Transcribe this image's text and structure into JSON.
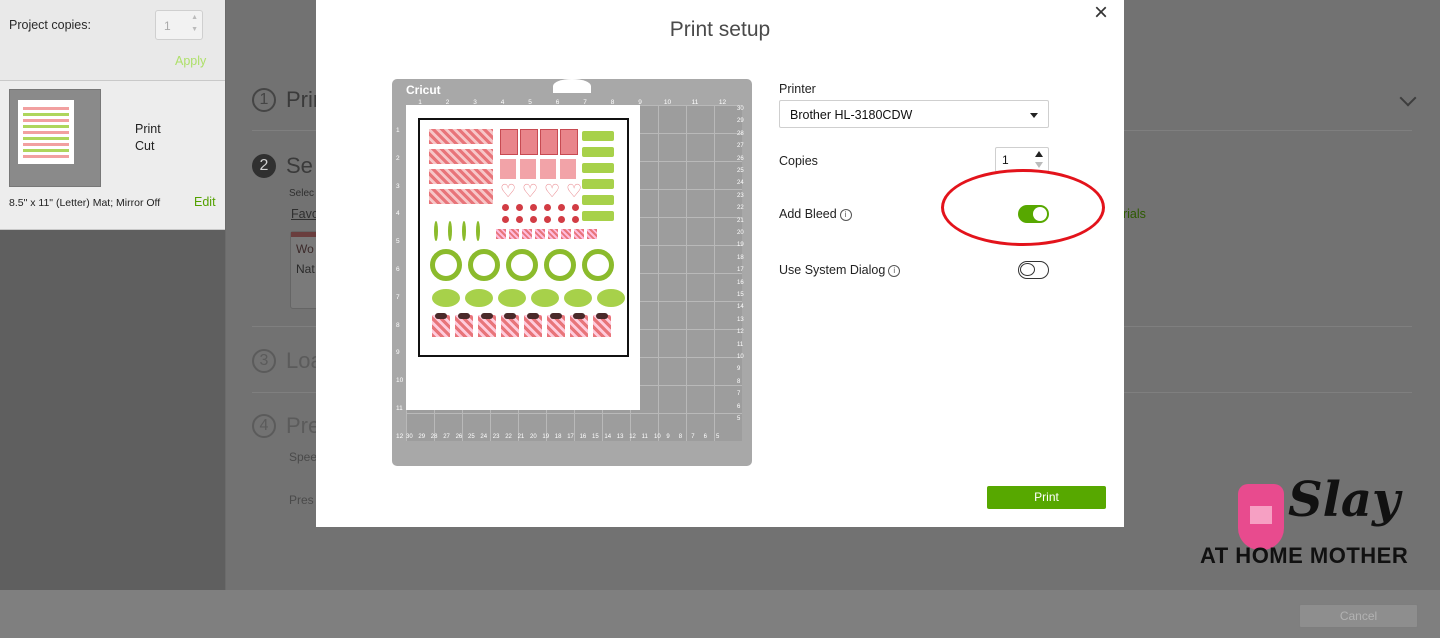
{
  "left_panel": {
    "project_copies_label": "Project copies:",
    "project_copies_value": "1",
    "apply_label": "Apply",
    "mat_line1": "Print",
    "mat_line2": "Cut",
    "mat_description": "8.5\" x 11\" (Letter) Mat; Mirror Off",
    "edit_label": "Edit"
  },
  "steps": [
    {
      "number": "1",
      "title": "Prin"
    },
    {
      "number": "2",
      "title": "Se"
    },
    {
      "number": "3",
      "title": "Loa"
    },
    {
      "number": "4",
      "title": "Pre"
    }
  ],
  "step2": {
    "select_text": "Selec",
    "favorites_text": "Favo",
    "material_line1": "Wo",
    "material_line2": "Nat",
    "materials_link": "erials"
  },
  "step4": {
    "speed_text": "Spee",
    "press_text": "Pres"
  },
  "footer": {
    "cancel_label": "Cancel"
  },
  "modal": {
    "title": "Print setup",
    "close_symbol": "×",
    "mat_brand": "Cricut",
    "printer_label": "Printer",
    "printer_value": "Brother HL-3180CDW",
    "copies_label": "Copies",
    "copies_value": "1",
    "add_bleed_label": "Add Bleed",
    "add_bleed_on": true,
    "system_dialog_label": "Use System Dialog",
    "system_dialog_on": false,
    "info_symbol": "i",
    "print_label": "Print",
    "ruler_top": [
      "1",
      "2",
      "3",
      "4",
      "5",
      "6",
      "7",
      "8",
      "9",
      "10",
      "11",
      "12"
    ],
    "ruler_left": [
      "1",
      "2",
      "3",
      "4",
      "5",
      "6",
      "7",
      "8",
      "9",
      "10",
      "11",
      "12"
    ],
    "ruler_right": [
      "30",
      "29",
      "28",
      "27",
      "26",
      "25",
      "24",
      "23",
      "22",
      "21",
      "20",
      "19",
      "18",
      "17",
      "16",
      "15",
      "14",
      "13",
      "12",
      "11",
      "10",
      "9",
      "8",
      "7",
      "6",
      "5"
    ],
    "ruler_bottom": [
      "30",
      "29",
      "28",
      "27",
      "26",
      "25",
      "24",
      "23",
      "22",
      "21",
      "20",
      "19",
      "18",
      "17",
      "16",
      "15",
      "14",
      "13",
      "12",
      "11",
      "10",
      "9",
      "8",
      "7",
      "6",
      "5"
    ]
  },
  "colors": {
    "accent_green": "#57a800",
    "highlight_red": "#e3131b"
  },
  "watermark": {
    "line1": "Slay",
    "line2": "AT HOME MOTHER"
  }
}
